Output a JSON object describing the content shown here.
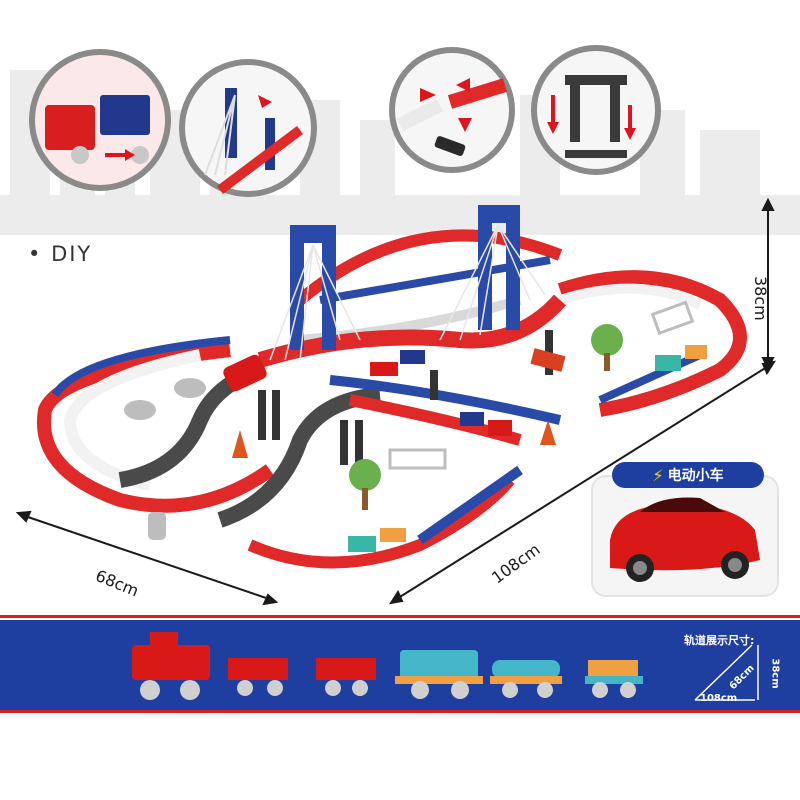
{
  "labels": {
    "diy": "DIY",
    "width_68": "68cm",
    "length_108": "108cm",
    "height_38": "38cm",
    "electric_car": "电动小车",
    "track_size": "轨道展示尺寸:",
    "mini_68": "68cm",
    "mini_38": "38cm",
    "mini_108": "108cm"
  },
  "colors": {
    "track_red": "#e02a2a",
    "track_blue": "#2a4aa8",
    "track_white": "#f2f2f2",
    "track_grey": "#4a4a4a",
    "band_blue": "#1f3fa0",
    "band_red": "#d81e1e",
    "car_red": "#d91818"
  },
  "icons": [
    "lightning-icon",
    "engine-coupling-inset",
    "bridge-assembly-inset",
    "track-joint-inset",
    "pillar-inset"
  ]
}
